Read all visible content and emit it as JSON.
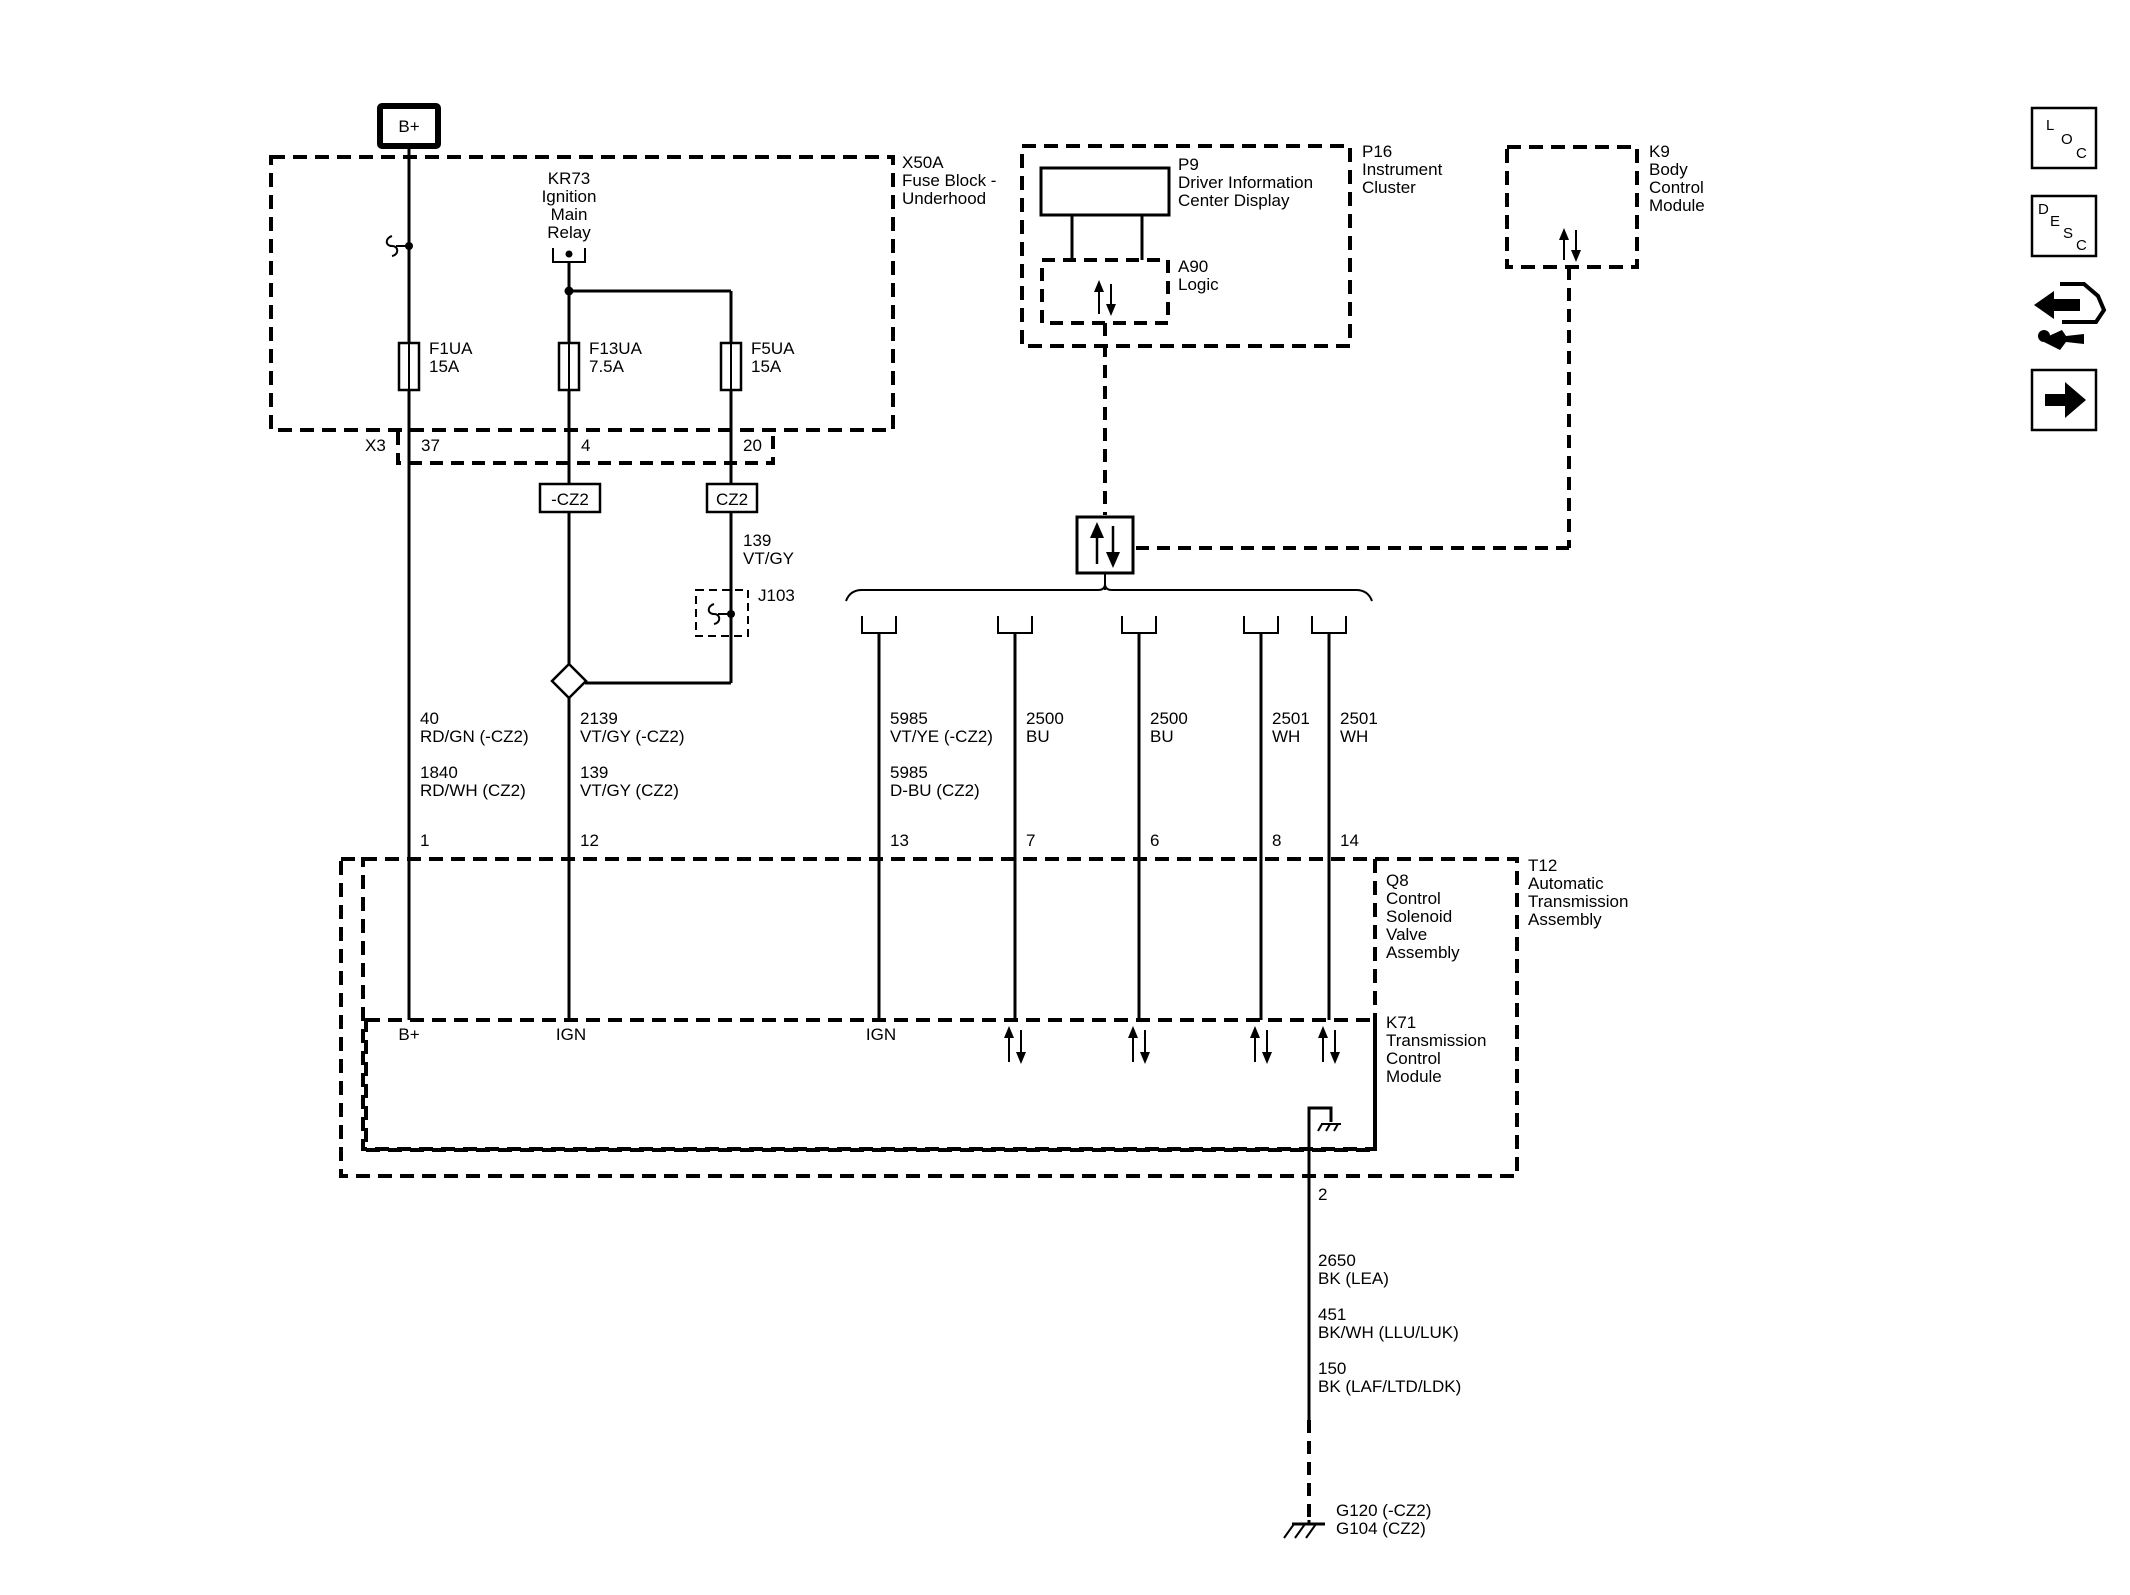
{
  "power_source": {
    "label": "B+"
  },
  "fuse_block": {
    "id": "X50A",
    "name_line1": "Fuse Block -",
    "name_line2": "Underhood",
    "connector": "X3"
  },
  "relay": {
    "id": "KR73",
    "name_line1": "Ignition",
    "name_line2": "Main",
    "name_line3": "Relay"
  },
  "fuses": [
    {
      "id": "F1UA",
      "rating": "15A",
      "pin": "37"
    },
    {
      "id": "F13UA",
      "rating": "7.5A",
      "pin": "4"
    },
    {
      "id": "F5UA",
      "rating": "15A",
      "pin": "20"
    }
  ],
  "option_tags": {
    "left": "-CZ2",
    "right": "CZ2"
  },
  "circuit_cz2": {
    "number": "139",
    "color": "VT/GY"
  },
  "splice": {
    "id": "J103"
  },
  "instrument_cluster": {
    "id": "P16",
    "name_line1": "Instrument",
    "name_line2": "Cluster"
  },
  "display": {
    "id": "P9",
    "name_line1": "Driver Information",
    "name_line2": "Center Display"
  },
  "logic": {
    "id": "A90",
    "name": "Logic"
  },
  "bcm": {
    "id": "K9",
    "name_line1": "Body",
    "name_line2": "Control",
    "name_line3": "Module"
  },
  "wires": [
    {
      "line1": "40",
      "line2": "RD/GN (-CZ2)",
      "line3": "1840",
      "line4": "RD/WH (CZ2)",
      "pin": "1",
      "terminal": "B+"
    },
    {
      "line1": "2139",
      "line2": "VT/GY  (-CZ2)",
      "line3": "139",
      "line4": "VT/GY  (CZ2)",
      "pin": "12",
      "terminal": "IGN"
    },
    {
      "line1": "5985",
      "line2": "VT/YE  (-CZ2)",
      "line3": "5985",
      "line4": "D-BU (CZ2)",
      "pin": "13",
      "terminal": "IGN"
    },
    {
      "line1": "2500",
      "line2": "BU",
      "pin": "7"
    },
    {
      "line1": "2500",
      "line2": "BU",
      "pin": "6"
    },
    {
      "line1": "2501",
      "line2": "WH",
      "pin": "8"
    },
    {
      "line1": "2501",
      "line2": "WH",
      "pin": "14"
    }
  ],
  "valve_assembly": {
    "id": "Q8",
    "name_line1": "Control",
    "name_line2": "Solenoid",
    "name_line3": "Valve",
    "name_line4": "Assembly"
  },
  "transmission": {
    "id": "T12",
    "name_line1": "Automatic",
    "name_line2": "Transmission",
    "name_line3": "Assembly"
  },
  "tcm": {
    "id": "K71",
    "name_line1": "Transmission",
    "name_line2": "Control",
    "name_line3": "Module"
  },
  "ground_wire": {
    "pin": "2",
    "w1_num": "2650",
    "w1_col": "BK (LEA)",
    "w2_num": "451",
    "w2_col": "BK/WH (LLU/LUK)",
    "w3_num": "150",
    "w3_col": "BK  (LAF/LTD/LDK)"
  },
  "grounds": {
    "g1": "G120 (-CZ2)",
    "g2": "G104  (CZ2)"
  },
  "side_buttons": {
    "loc": {
      "l1": "L",
      "l2": "O",
      "l3": "C",
      "icon": "location-icon"
    },
    "desc": {
      "l1": "D",
      "l2": "E",
      "l3": "S",
      "l4": "C",
      "icon": "description-icon"
    },
    "repair_icon": "connector-repair-icon",
    "next_icon": "arrow-right-icon"
  }
}
